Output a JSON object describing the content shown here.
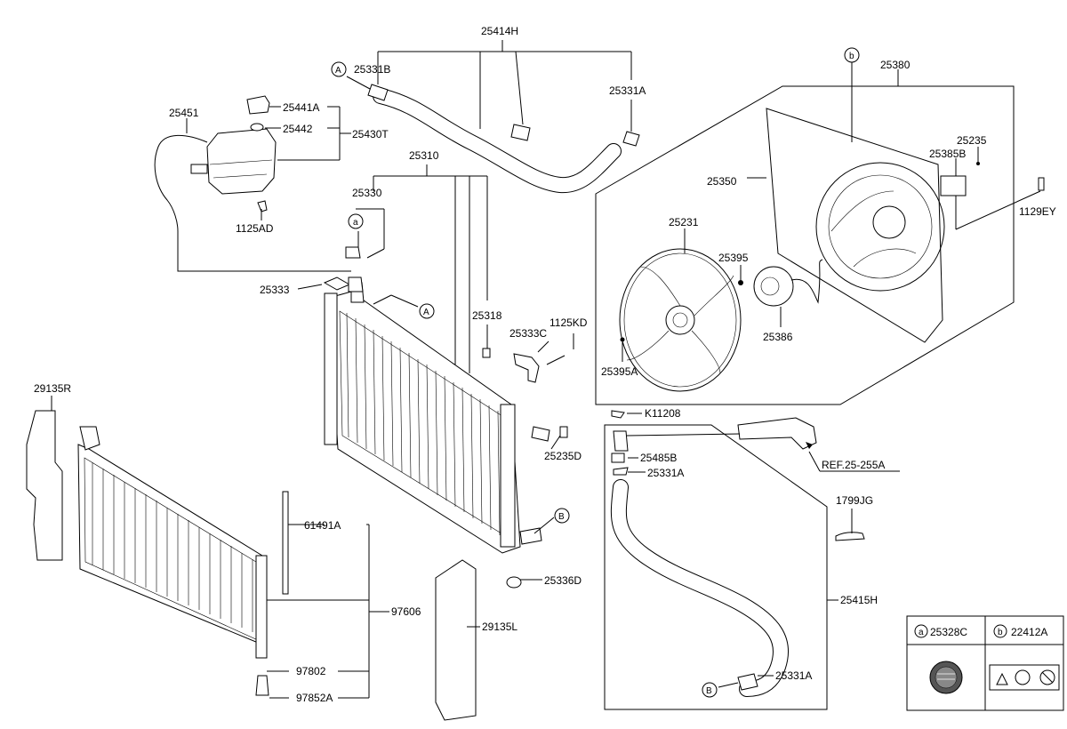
{
  "labels": {
    "l25414H": "25414H",
    "l25331B": "25331B",
    "l25331A_top": "25331A",
    "l25380": "25380",
    "l25441A": "25441A",
    "l25442": "25442",
    "l25430T": "25430T",
    "l25451": "25451",
    "l1125AD": "1125AD",
    "l25310": "25310",
    "l25330": "25330",
    "l25333": "25333",
    "l25318": "25318",
    "l25333C": "25333C",
    "l1125KD": "1125KD",
    "l25350": "25350",
    "l25235_top": "25235",
    "l25385B": "25385B",
    "l1129EY": "1129EY",
    "l25231": "25231",
    "l25395": "25395",
    "l25386": "25386",
    "l25395A": "25395A",
    "lK11208": "K11208",
    "l25485B": "25485B",
    "l25331A_mid": "25331A",
    "lREF": "REF.25-255A",
    "l1799JG": "1799JG",
    "l25415H": "25415H",
    "l25331A_bot": "25331A",
    "l25235D": "25235D",
    "l25336D": "25336D",
    "l29135R": "29135R",
    "l61491A": "61491A",
    "l97606": "97606",
    "l29135L": "29135L",
    "l97802": "97802",
    "l97852A": "97852A"
  },
  "callouts": {
    "A_top": "A",
    "A_mid": "A",
    "B_right": "B",
    "B_bot": "B",
    "a_mid": "a",
    "b_top": "b"
  },
  "legend": {
    "a_letter": "a",
    "a_part": "25328C",
    "b_letter": "b",
    "b_part": "22412A"
  }
}
